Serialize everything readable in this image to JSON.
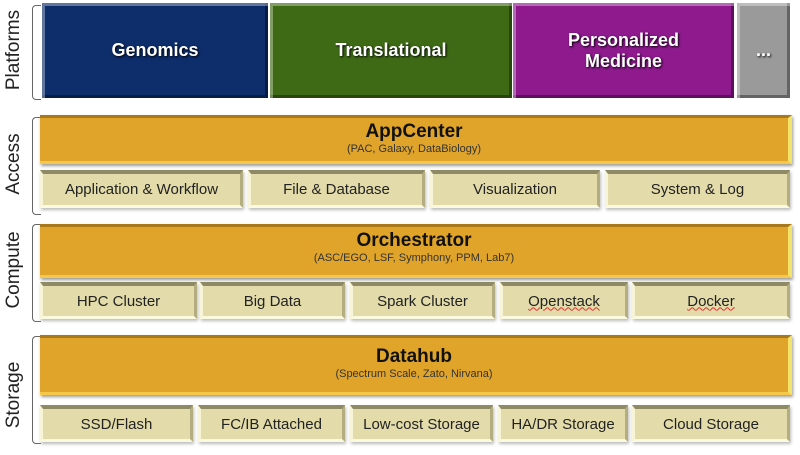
{
  "layers": {
    "platforms": {
      "label": "Platforms",
      "items": [
        "Genomics",
        "Translational",
        "Personalized Medicine",
        "..."
      ]
    },
    "access": {
      "label": "Access",
      "title": "AppCenter",
      "subtitle": "(PAC, Galaxy, DataBiology)",
      "items": [
        "Application & Workflow",
        "File & Database",
        "Visualization",
        "System & Log"
      ]
    },
    "compute": {
      "label": "Compute",
      "title": "Orchestrator",
      "subtitle": "(ASC/EGO, LSF, Symphony, PPM, Lab7)",
      "items": [
        "HPC Cluster",
        "Big Data",
        "Spark Cluster",
        "Openstack",
        "Docker"
      ]
    },
    "storage": {
      "label": "Storage",
      "title": "Datahub",
      "subtitle": "(Spectrum Scale, Zato, Nirvana)",
      "items": [
        "SSD/Flash",
        "FC/IB Attached",
        "Low-cost Storage",
        "HA/DR Storage",
        "Cloud Storage"
      ]
    }
  },
  "colors": {
    "genomics": "#0d2d6b",
    "translational": "#3e6a16",
    "personalized": "#8e1a8e",
    "more": "#9a9a9a",
    "bar": "#e0a42a",
    "sub": "#e3dcaa"
  }
}
